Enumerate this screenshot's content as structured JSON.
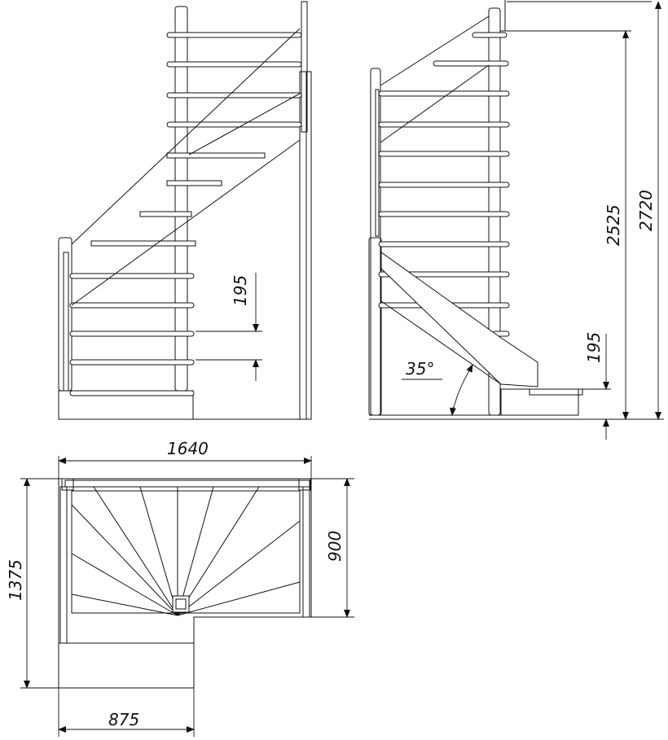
{
  "dimensions": {
    "plan_width": "1640",
    "plan_depth": "1375",
    "plan_landing": "900",
    "plan_lower_width": "875",
    "total_height": "2720",
    "floor_height": "2525",
    "riser_side": "195",
    "riser_front": "195",
    "angle": "35°"
  }
}
